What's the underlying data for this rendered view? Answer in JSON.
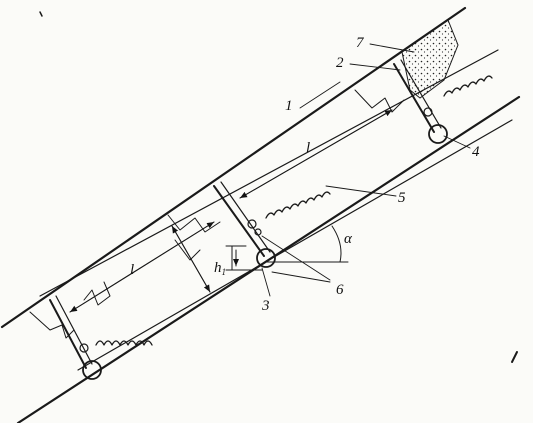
{
  "labels": {
    "n1": "1",
    "n2": "2",
    "n3": "3",
    "n4": "4",
    "n5": "5",
    "n6": "6",
    "n7": "7",
    "alpha": "α",
    "l_top": "l",
    "l_bottom": "l",
    "h": "h",
    "h_sub": "1"
  }
}
